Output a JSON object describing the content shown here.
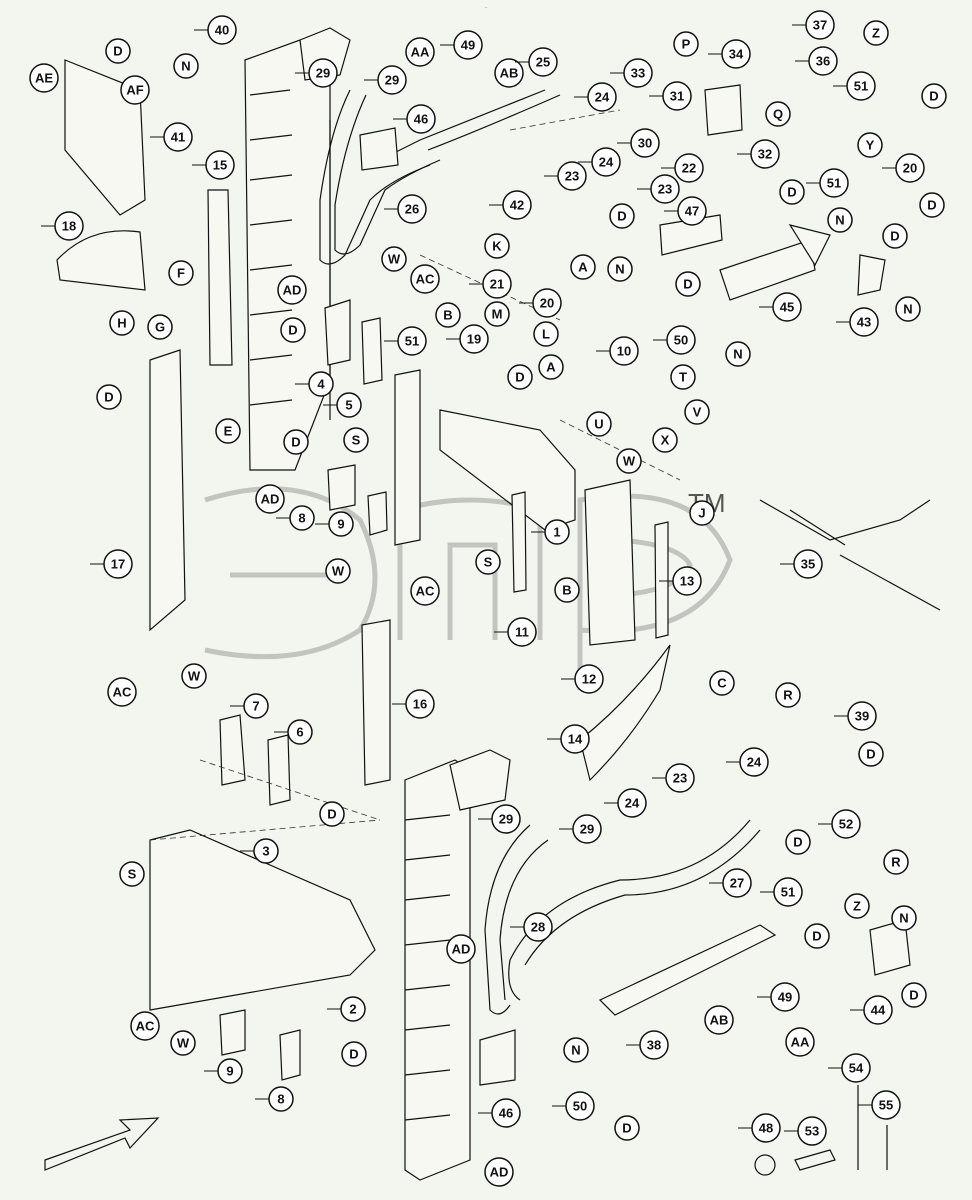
{
  "watermark": {
    "text": "эпд",
    "trademark": "TM"
  },
  "labels": {
    "c40": "40",
    "cD1": "D",
    "cN1": "N",
    "cAE": "AE",
    "cAF": "AF",
    "c41": "41",
    "c29a": "29",
    "c29b": "29",
    "c46a": "46",
    "cAA1": "AA",
    "c49a": "49",
    "cAB1": "AB",
    "c25": "25",
    "c26": "26",
    "c33": "33",
    "c24a": "24",
    "c31": "31",
    "cP": "P",
    "c34": "34",
    "c37": "37",
    "c36": "36",
    "cZ1": "Z",
    "c51a": "51",
    "cD2": "D",
    "cQ": "Q",
    "c30": "30",
    "c23a": "23",
    "c22": "22",
    "c32": "32",
    "c24b": "24",
    "c23b": "23",
    "cY": "Y",
    "c20a": "20",
    "c51b": "51",
    "cD3": "D",
    "c15": "15",
    "c18": "18",
    "cF": "F",
    "cH": "H",
    "cG": "G",
    "cW1": "W",
    "cAC1": "AC",
    "cAD1": "AD",
    "cD4": "D",
    "c42": "42",
    "cD5": "D",
    "cK": "K",
    "c21": "21",
    "c20b": "20",
    "cM": "M",
    "cL": "L",
    "cB1": "B",
    "c19": "19",
    "c51c": "51",
    "cD6": "D",
    "cA1": "A",
    "cN2": "N",
    "cA2": "A",
    "c47": "47",
    "cD7": "D",
    "cN3": "N",
    "c45": "45",
    "cD8": "D",
    "cN4": "N",
    "c43": "43",
    "cD9": "D",
    "c50a": "50",
    "cN5": "N",
    "c10": "10",
    "cT": "T",
    "cU": "U",
    "cV": "V",
    "cX": "X",
    "cW2": "W",
    "c4": "4",
    "c5": "5",
    "cS1": "S",
    "cD10": "D",
    "cE": "E",
    "cD11": "D",
    "cAD2": "AD",
    "c8a": "8",
    "c9a": "9",
    "c1": "1",
    "cJ": "J",
    "cS2": "S",
    "cW3": "W",
    "cAC2": "AC",
    "cB2": "B",
    "c11": "11",
    "c13": "13",
    "c12": "12",
    "c17": "17",
    "c35": "35",
    "c16": "16",
    "cAC3": "AC",
    "cW4": "W",
    "c7": "7",
    "c6": "6",
    "cD12": "D",
    "cC": "C",
    "c14": "14",
    "cR1": "R",
    "c39": "39",
    "cD13": "D",
    "c24c": "24",
    "c23c": "23",
    "c29c": "29",
    "c29d": "29",
    "c24d": "24",
    "c27": "27",
    "c3": "3",
    "cS3": "S",
    "c52": "52",
    "cD14": "D",
    "cR2": "R",
    "c51d": "51",
    "cZ2": "Z",
    "cAD3": "AD",
    "c28": "28",
    "cD15": "D",
    "cN6": "N",
    "c44": "44",
    "cD16": "D",
    "c2": "2",
    "c49b": "49",
    "cAB2": "AB",
    "cAA2": "AA",
    "c38": "38",
    "cAC4": "AC",
    "cW5": "W",
    "c9b": "9",
    "cD17": "D",
    "c8b": "8",
    "cN7": "N",
    "c50b": "50",
    "cD18": "D",
    "c46b": "46",
    "c54": "54",
    "c55": "55",
    "c48": "48",
    "c53": "53",
    "cAD4": "AD"
  }
}
